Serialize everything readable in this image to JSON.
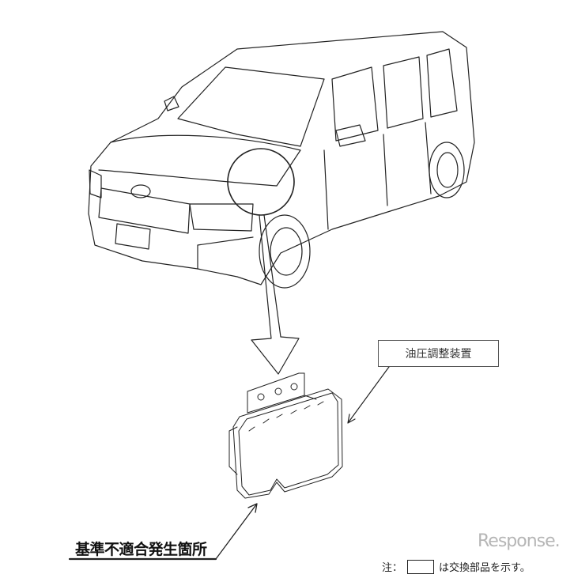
{
  "part_label": "油圧調整装置",
  "defect_label": "基準不適合発生箇所",
  "note": {
    "prefix": "注：",
    "suffix": "は交換部品を示す。"
  },
  "watermark": "Response."
}
